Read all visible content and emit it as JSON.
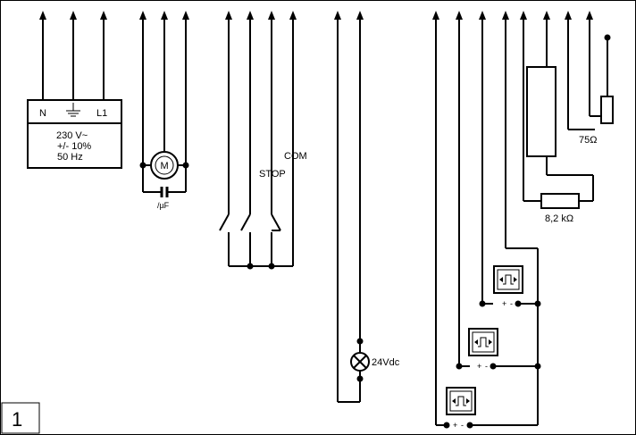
{
  "power_supply": {
    "terminal_n": "N",
    "terminal_earth": "earth-symbol",
    "terminal_l1": "L1",
    "voltage": "230 V~",
    "tolerance": "+/- 10%",
    "frequency": "50 Hz"
  },
  "motor": {
    "symbol": "M",
    "capacitor_label": "/µF"
  },
  "controls": {
    "stop_label": "STOP",
    "com_label": "COM"
  },
  "lamp": {
    "label": "24Vdc"
  },
  "edge": {
    "resistor_small_label": "75Ω",
    "resistor_large_label": "8,2 kΩ"
  },
  "photocells": {
    "polarity_plus": "+",
    "polarity_minus": "-"
  },
  "figure": {
    "number": "1"
  }
}
